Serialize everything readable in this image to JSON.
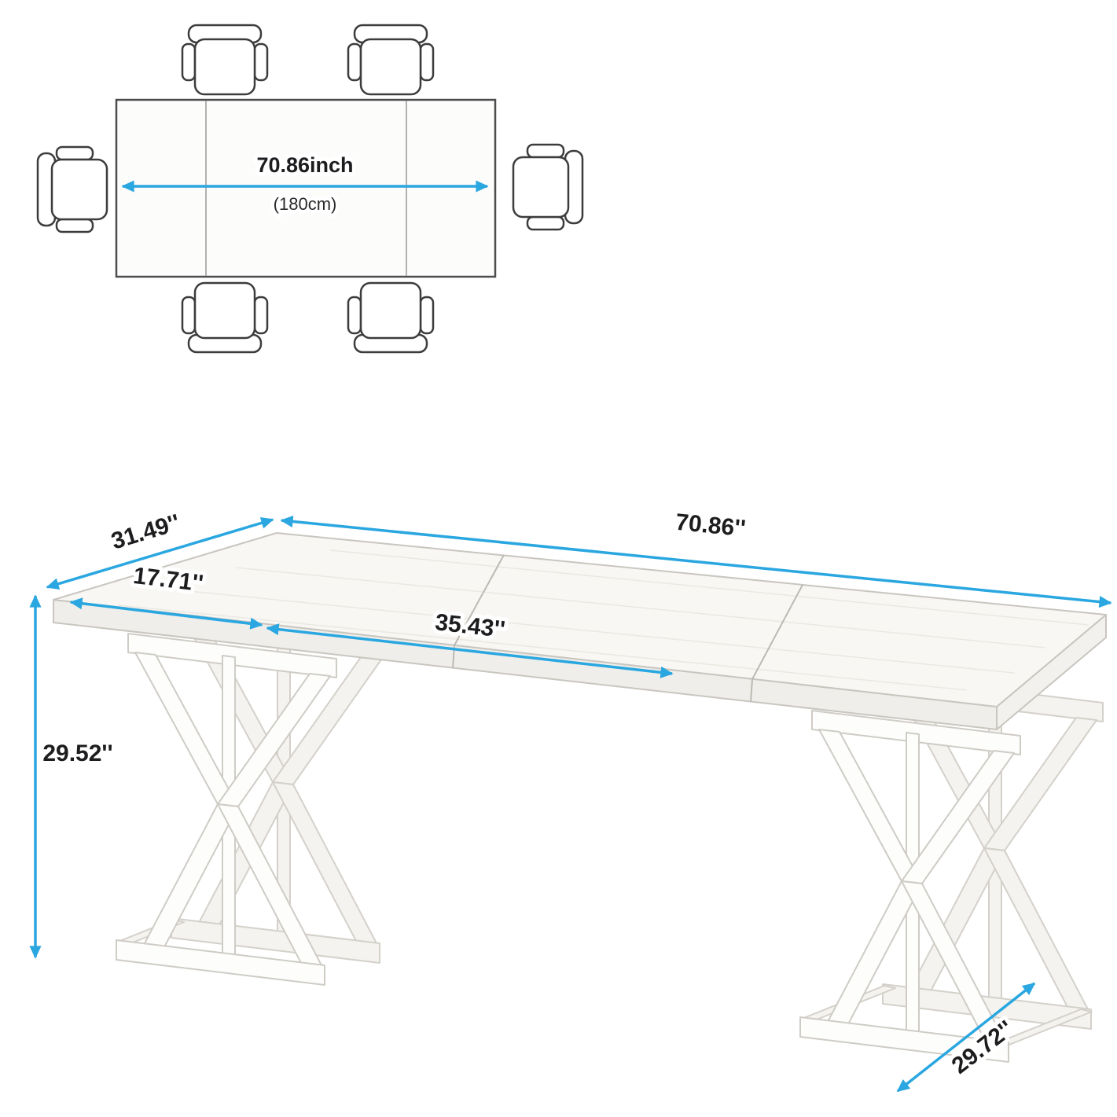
{
  "meta": {
    "background_color": "#ffffff",
    "arrow_color": "#2aa7e0",
    "text_color": "#1d1d1f",
    "table_color": "#f8f7f4"
  },
  "top_view": {
    "length_label": "70.86inch",
    "length_metric": "(180cm)",
    "seats": 6
  },
  "dimensions": {
    "depth": "31.49''",
    "length": "70.86''",
    "leaf": "17.71''",
    "center": "35.43''",
    "height": "29.52''",
    "base_depth": "29.72''"
  }
}
